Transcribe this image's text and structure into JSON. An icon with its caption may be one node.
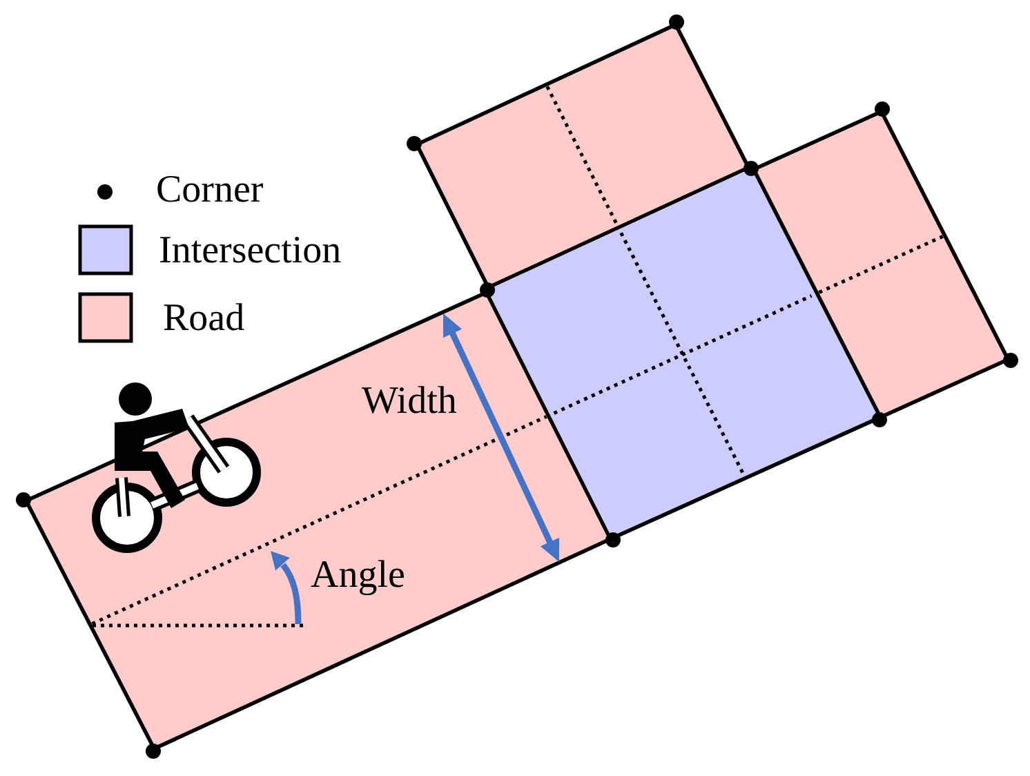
{
  "diagram": {
    "nodes": [
      {
        "text": [],
        "shape": "box"
      },
      {
        "text": [],
        "shape": "box"
      },
      {
        "text": [],
        "shape": "box"
      },
      {
        "text": [],
        "shape": "box"
      }
    ],
    "labels": [
      "Width",
      "Angle"
    ],
    "legend": [
      {
        "text": "Corner"
      },
      {
        "text": "Intersection",
        "color": "#ccccff"
      },
      {
        "text": "Road",
        "color": "#ffcccc"
      }
    ]
  }
}
